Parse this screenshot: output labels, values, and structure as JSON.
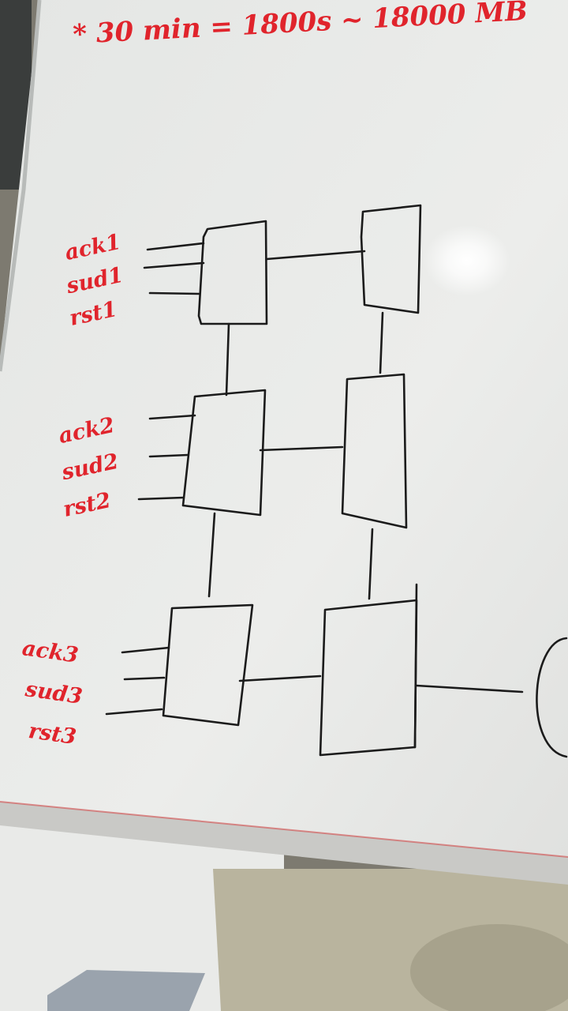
{
  "whiteboard": {
    "note": "* 30 min = 1800s ~ 18000 MB",
    "label_groups": [
      [
        "ack1",
        "sud1",
        "rst1"
      ],
      [
        "ack2",
        "sud2",
        "rst2"
      ],
      [
        "ack3",
        "sud3",
        "rst3"
      ]
    ]
  },
  "colors": {
    "marker_red": "#e0242c",
    "marker_black": "#1b1b1b",
    "board": "#ecedeb"
  }
}
